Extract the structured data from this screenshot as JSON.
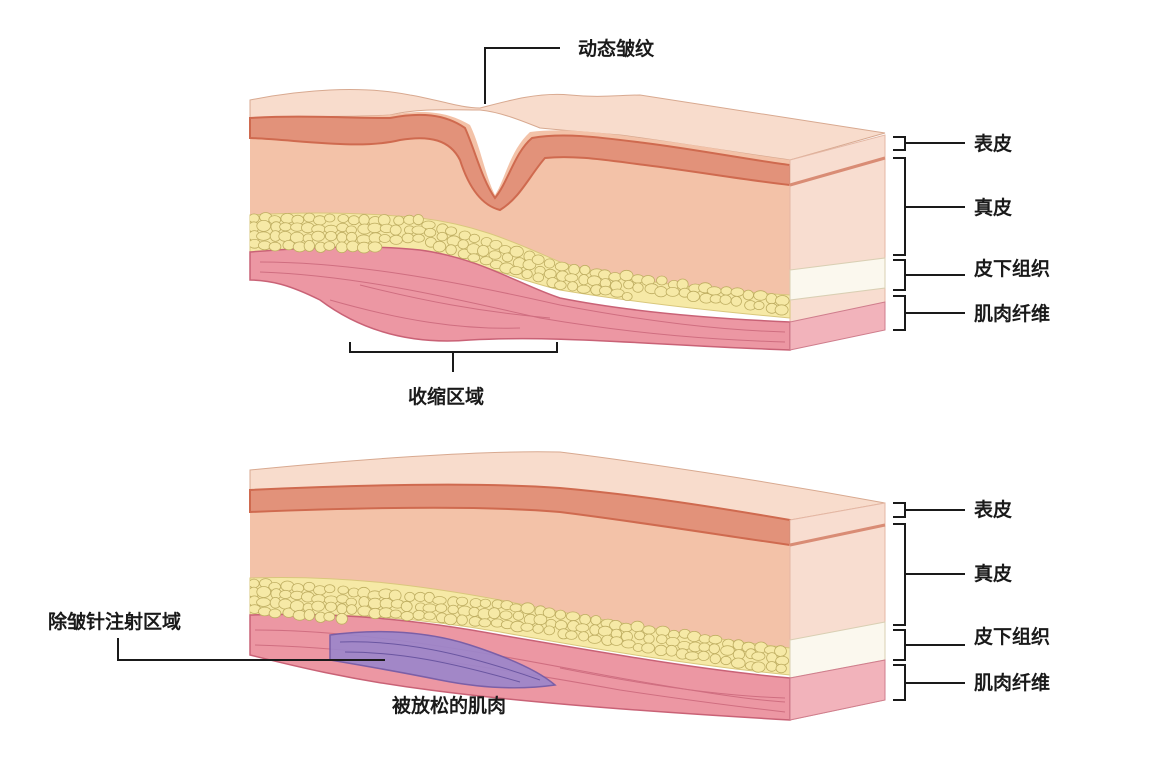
{
  "top_figure": {
    "wrinkle_label": "动态皱纹",
    "contraction_label": "收缩区域",
    "layers": {
      "epidermis": "表皮",
      "dermis": "真皮",
      "subcutaneous": "皮下组织",
      "muscle": "肌肉纤维"
    }
  },
  "bottom_figure": {
    "injection_label": "除皱针注射区域",
    "relaxed_label": "被放松的肌肉",
    "layers": {
      "epidermis": "表皮",
      "dermis": "真皮",
      "subcutaneous": "皮下组织",
      "muscle": "肌肉纤维"
    }
  },
  "colors": {
    "skin_top": "#f7d6c4",
    "dermis": "#f3c2a8",
    "epidermis_band": "#e39477",
    "epidermis_edge": "#cf6a4f",
    "fat": "#f6e9a6",
    "fat_white": "#fbf8ee",
    "muscle": "#ec97a3",
    "muscle_dark": "#d56f80",
    "relaxed_muscle": "#9a86cc",
    "side_face": "#f8ddd0",
    "line": "#1a1a1a"
  }
}
